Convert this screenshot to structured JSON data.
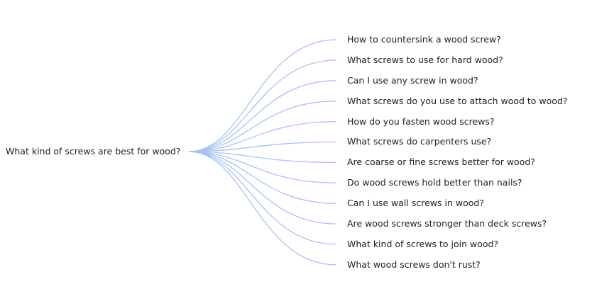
{
  "mindmap": {
    "root": "What kind of screws are best for wood?",
    "edge_color": "#a9c2f3",
    "branches": [
      "How to countersink a wood screw?",
      "What screws to use for hard wood?",
      "Can I use any screw in wood?",
      "What screws do you use to attach wood to wood?",
      "How do you fasten wood screws?",
      "What screws do carpenters use?",
      "Are coarse or fine screws better for wood?",
      "Do wood screws hold better than nails?",
      "Can I use wall screws in wood?",
      "Are wood screws stronger than deck screws?",
      "What kind of screws to join wood?",
      "What wood screws don't rust?"
    ]
  }
}
